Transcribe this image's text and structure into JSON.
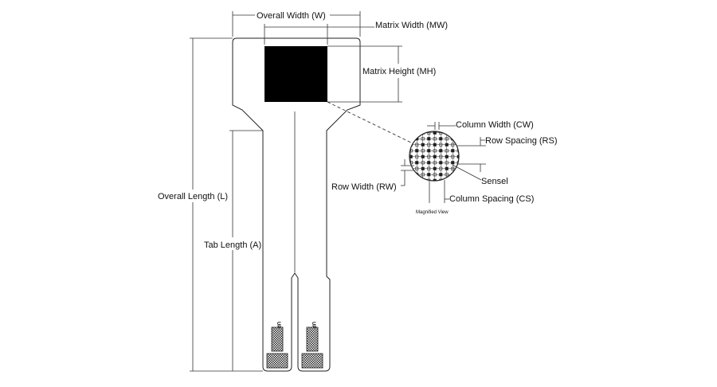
{
  "labels": {
    "overall_width": "Overall Width (W)",
    "matrix_width": "Matrix Width (MW)",
    "matrix_height": "Matrix Height (MH)",
    "overall_length": "Overall Length (L)",
    "tab_length": "Tab Length (A)",
    "column_width": "Column Width (CW)",
    "row_spacing": "Row Spacing (RS)",
    "sensel": "Sensel",
    "row_width": "Row Width (RW)",
    "column_spacing": "Column Spacing (CS)",
    "magnified_view": "Magnified View",
    "tab_marker_left": "UP",
    "tab_marker_right": "UP"
  },
  "colors": {
    "line": "#222222",
    "matrix_fill": "#000000",
    "background": "#ffffff"
  }
}
